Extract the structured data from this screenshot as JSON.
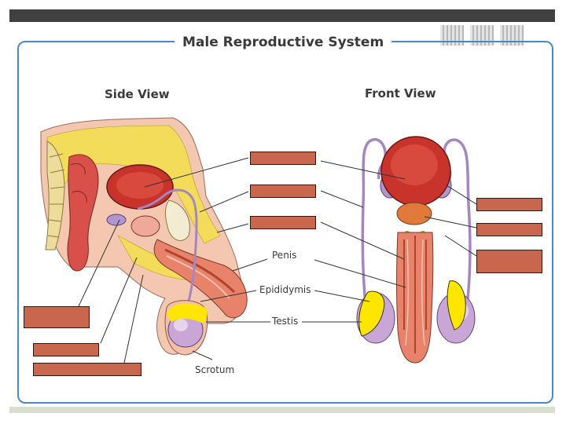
{
  "title": "Male Reproductive System",
  "views": {
    "side": "Side View",
    "front": "Front View"
  },
  "labels": {
    "penis": "Penis",
    "epididymis": "Epididymis",
    "testis": "Testis",
    "scrotum": "Scrotum"
  },
  "colors": {
    "frame": "#4a88c8",
    "blank_box": "#c9674e",
    "bladder": "#c8332c",
    "tissue": "#e8826a",
    "fat": "#f2dc5a",
    "testis": "#c9a6d6",
    "vas_deferens": "#a486c0",
    "highlight": "#ffe600"
  },
  "blank_label_boxes": 9
}
